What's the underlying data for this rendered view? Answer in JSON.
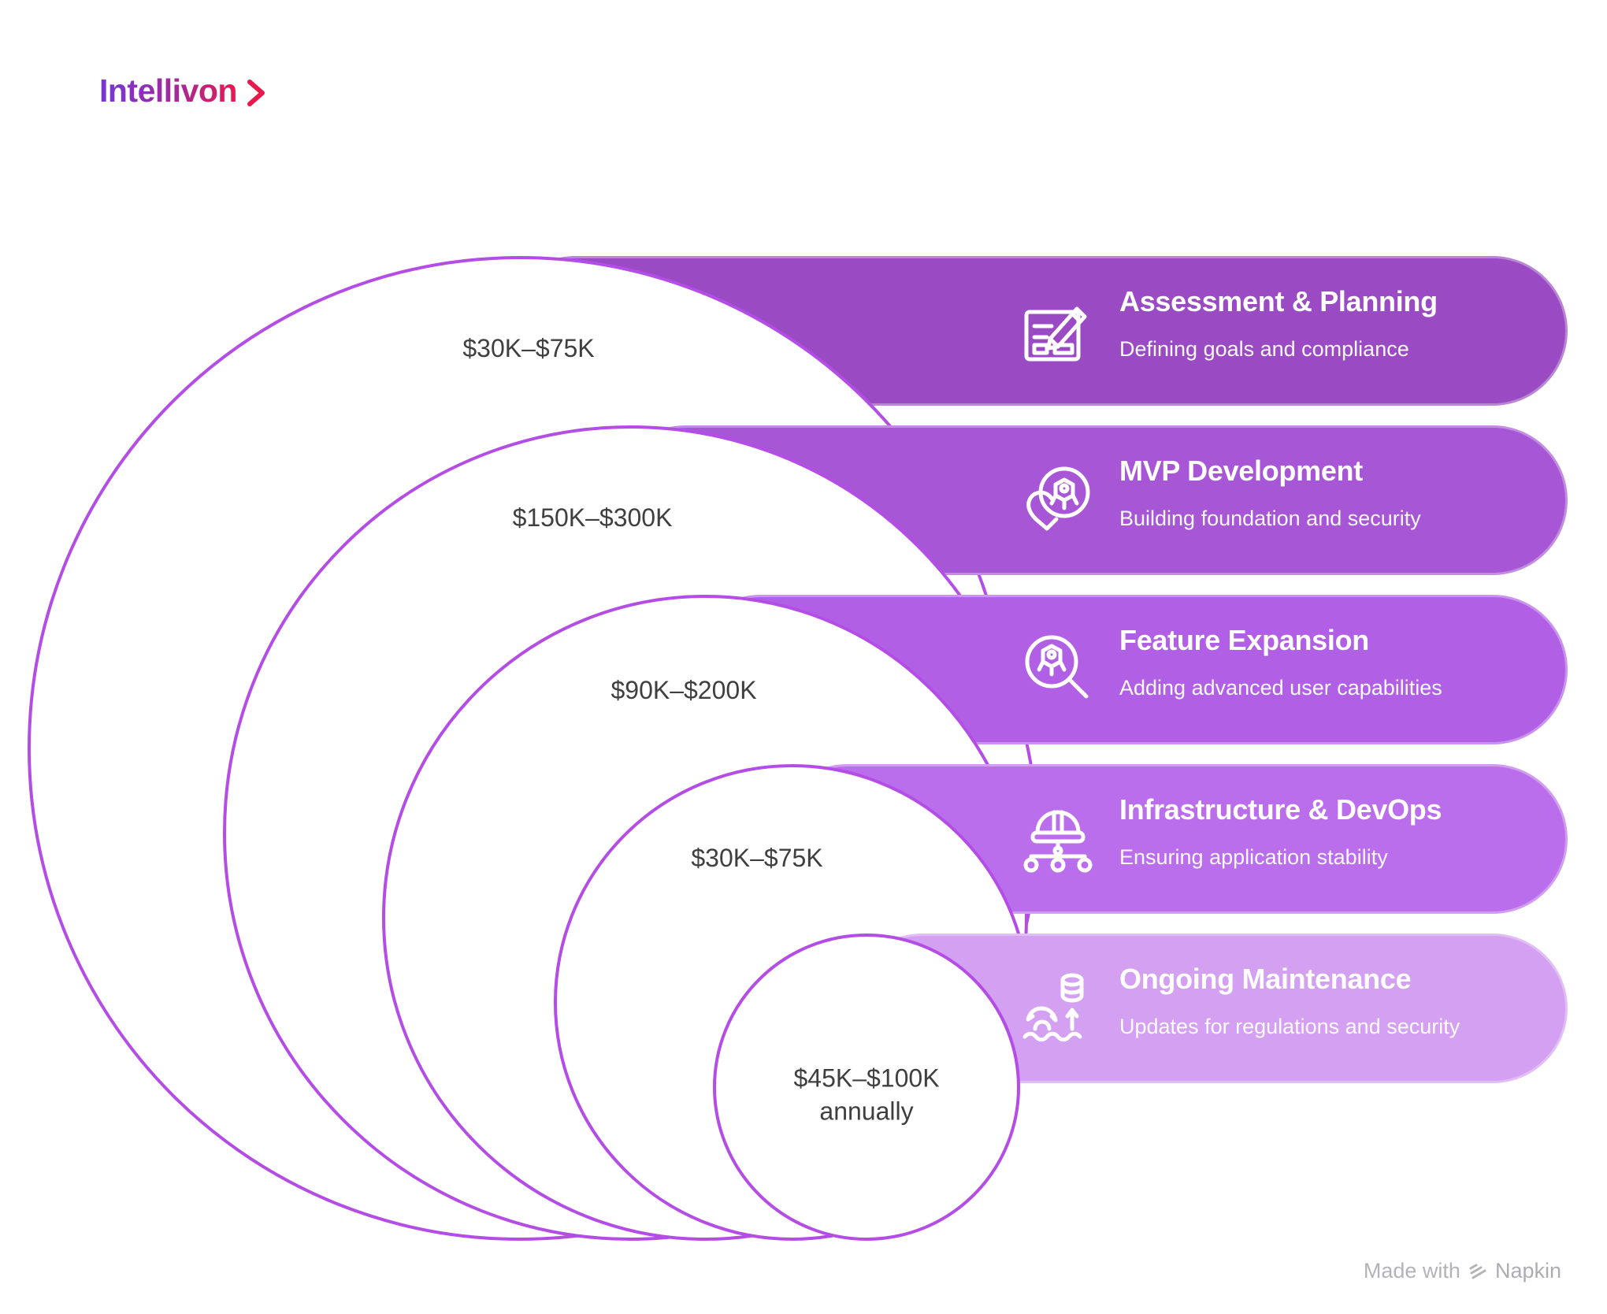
{
  "logo": {
    "text": "Intellivon",
    "chevron_icon": "chevron-right-icon",
    "gradient_from": "#7338d8",
    "gradient_to": "#ed174f",
    "chevron_color": "#e8184c"
  },
  "phases": [
    {
      "title": "Assessment & Planning",
      "subtitle": "Defining goals and compliance",
      "cost": "$30K–$75K",
      "bar_color": "#9a4bc4",
      "icon": "document-pencil-icon"
    },
    {
      "title": "MVP Development",
      "subtitle": "Building foundation and security",
      "cost": "$150K–$300K",
      "bar_color": "#a756d6",
      "icon": "heart-robot-icon"
    },
    {
      "title": "Feature Expansion",
      "subtitle": "Adding advanced user capabilities",
      "cost": "$90K–$200K",
      "bar_color": "#b160e6",
      "icon": "magnifier-robot-icon"
    },
    {
      "title": "Infrastructure & DevOps",
      "subtitle": "Ensuring application stability",
      "cost": "$30K–$75K",
      "bar_color": "#bb6eeb",
      "icon": "hardhat-network-icon"
    },
    {
      "title": "Ongoing Maintenance",
      "subtitle": "Updates for regulations and security",
      "cost": "$45K–$100K annually",
      "bar_color": "#d4a0f2",
      "icon": "database-gear-waves-icon"
    }
  ],
  "styles": {
    "circle_stroke": "#b44ce6",
    "cost_label_color": "#3f3f3f"
  },
  "footer": {
    "prefix": "Made with",
    "brand": "Napkin",
    "logo_icon": "napkin-logo-icon"
  }
}
